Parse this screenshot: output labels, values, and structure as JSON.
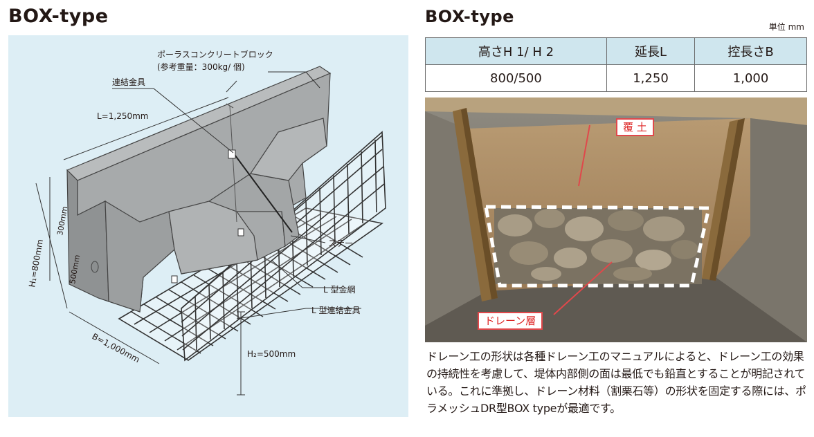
{
  "left_title": "BOX-type",
  "right_title": "BOX-type",
  "unit_label": "単位 mm",
  "diagram": {
    "block_label_line1": "ポーラスコンクリートブロック",
    "block_label_line2": "(参考重量：300kg/ 個)",
    "connector_label": "連結金具",
    "length_label": "L=1,250mm",
    "h1_label": "H₁=800mm",
    "dim_300": "300mm",
    "dim_500": "500mm",
    "stay_label": "ステー",
    "l_mesh_label": "L 型金網",
    "l_connector_label": "L 型連結金具",
    "b_label": "B=1,000mm",
    "h2_label": "H₂=500mm"
  },
  "table": {
    "headers": [
      "高さH 1/ H 2",
      "延長L",
      "控長さB"
    ],
    "values": [
      "800/500",
      "1,250",
      "1,000"
    ]
  },
  "photo": {
    "callout_top": "覆 土",
    "callout_bottom": "ドレーン層"
  },
  "description": "ドレーン工の形状は各種ドレーン工のマニュアルによると、ドレーン工の効果の持続性を考慮して、堤体内部側の面は最低でも鉛直とすることが明記されている。これに準拠し、ドレーン材料（割栗石等）の形状を固定する際には、ポラメッシュDR型BOX typeが最適です。",
  "colors": {
    "panel_bg": "#ddeef5",
    "table_header_bg": "#cfe6ee",
    "callout_red": "#e0484b"
  }
}
